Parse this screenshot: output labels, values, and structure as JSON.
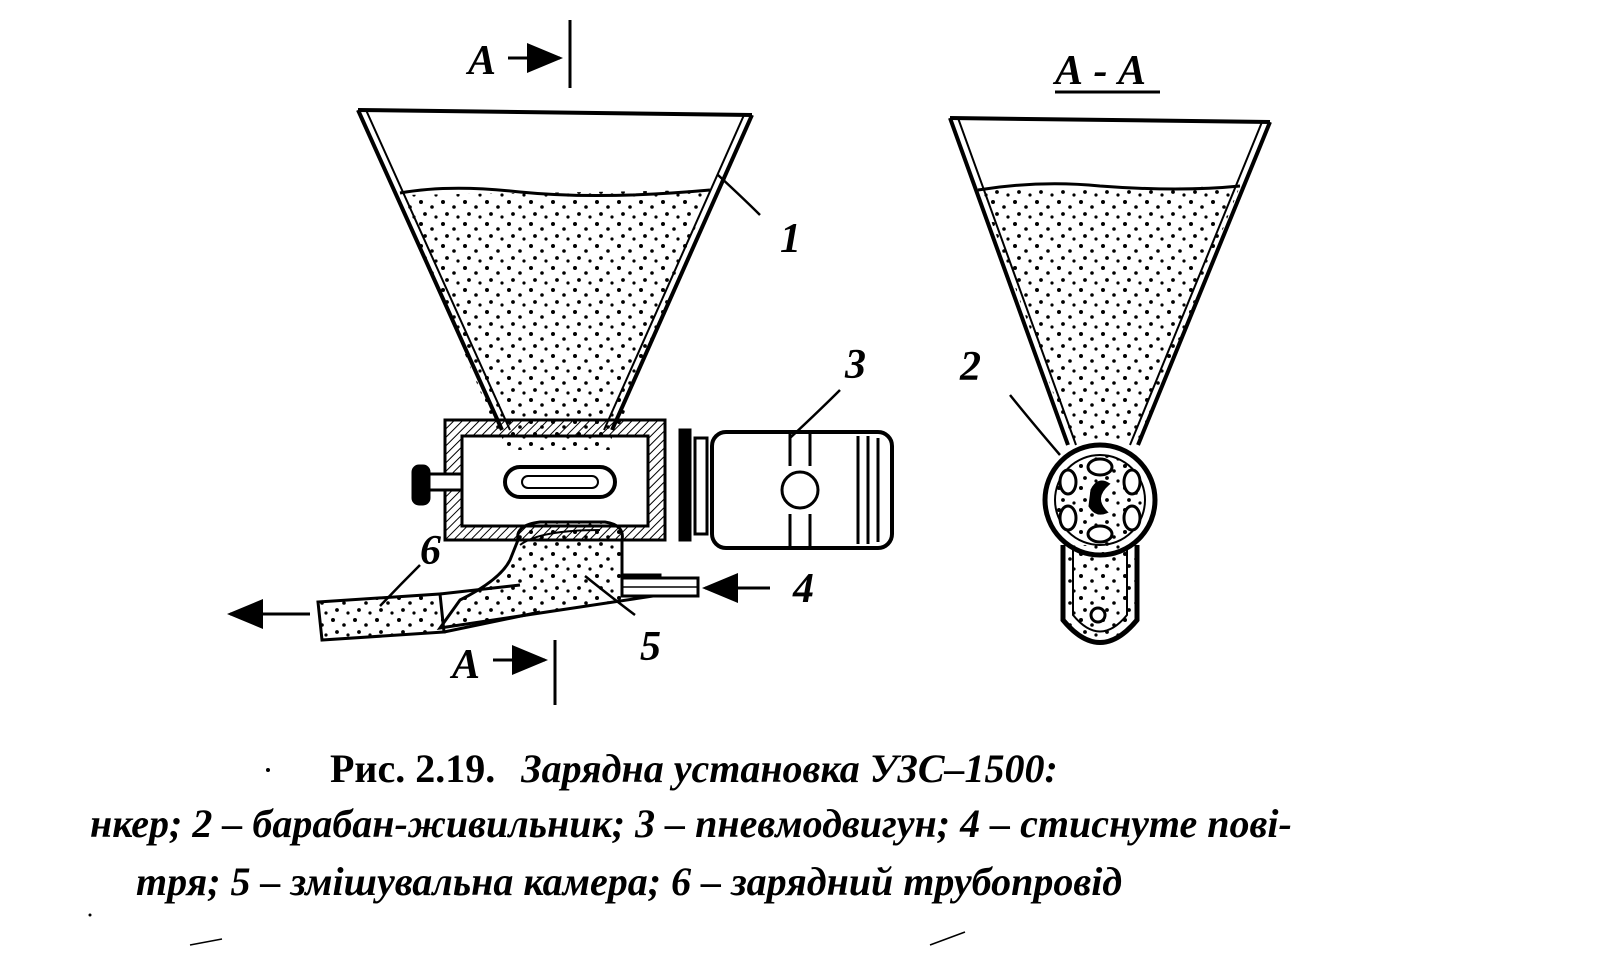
{
  "diagram": {
    "labels": {
      "section_marker_top": "А",
      "section_marker_bottom": "А",
      "section_title": "А - А",
      "part_1": "1",
      "part_2": "2",
      "part_3": "3",
      "part_4": "4",
      "part_5": "5",
      "part_6": "6"
    }
  },
  "caption": {
    "figure_number": "Рис. 2.19.",
    "title": "Зарядна установка УЗС–1500:",
    "line_2": "нкер; 2 – барабан-живильник; 3 – пневмодвигун; 4 – стиснуте пові-",
    "line_3": "тря; 5 – змішувальна камера; 6 – зарядний трубопровід"
  }
}
